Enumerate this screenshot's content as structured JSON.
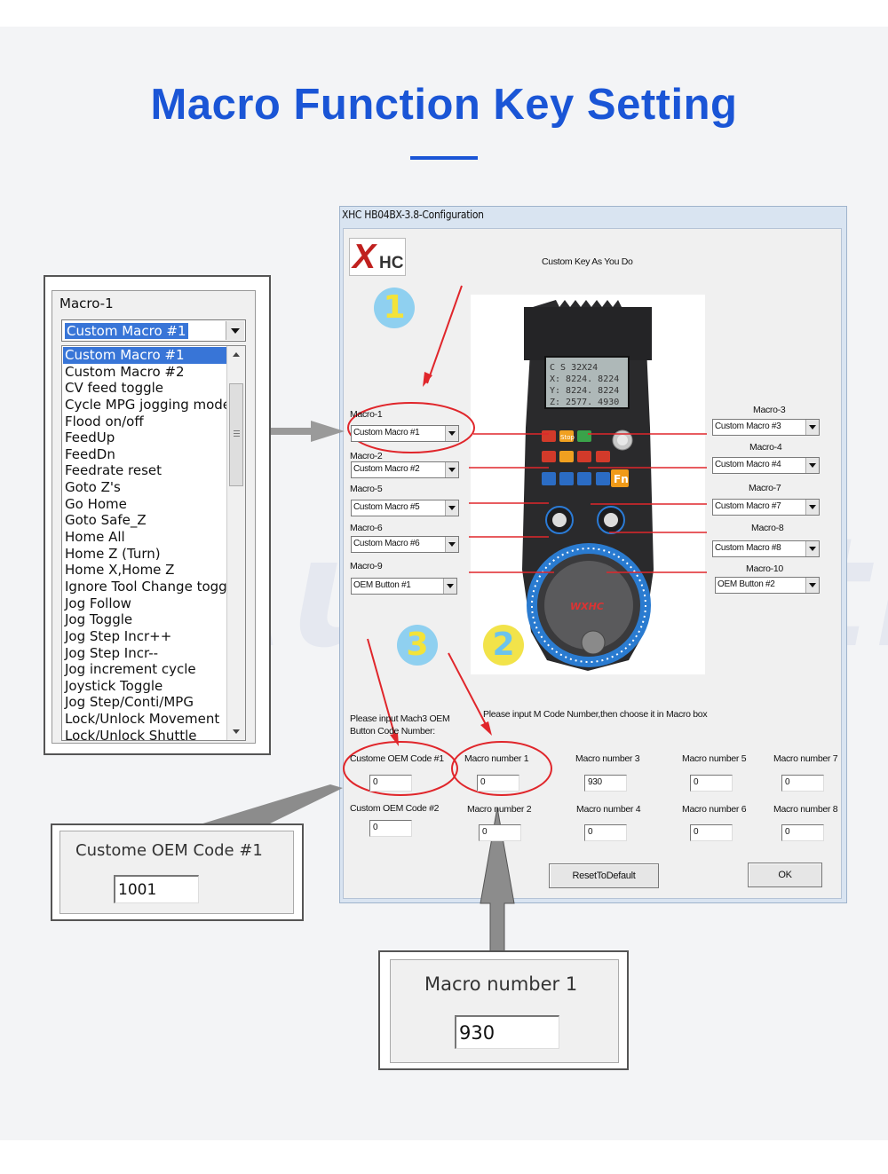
{
  "page_title": "Macro Function Key Setting",
  "watermark": "Aubatsti",
  "macro_list": {
    "label": "Macro-1",
    "selected": "Custom Macro #1",
    "items": [
      "Custom Macro #1",
      "Custom Macro #2",
      "CV feed toggle",
      "Cycle MPG jogging mode",
      "Flood on/off",
      "FeedUp",
      "FeedDn",
      "Feedrate reset",
      "Goto Z's",
      "Go Home",
      "Goto Safe_Z",
      "Home All",
      "Home Z (Turn)",
      "Home X,Home Z",
      "Ignore Tool Change togg",
      "Jog Follow",
      "Jog Toggle",
      "Jog Step Incr++",
      "Jog Step Incr--",
      "Jog increment cycle",
      "Joystick Toggle",
      "Jog Step/Conti/MPG",
      "Lock/Unlock Movement",
      "Lock/Unlock  Shuttle"
    ]
  },
  "window": {
    "title": "XHC HB04BX-3.8-Configuration",
    "logo_x": "X",
    "logo_hc": "HC",
    "subtitle": "Custom Key As You Do",
    "left_macros": [
      {
        "label": "Macro-1",
        "value": "Custom Macro #1"
      },
      {
        "label": "Macro-2",
        "value": "Custom Macro #2"
      },
      {
        "label": "Macro-5",
        "value": "Custom Macro #5"
      },
      {
        "label": "Macro-6",
        "value": "Custom Macro #6"
      },
      {
        "label": "Macro-9",
        "value": "OEM Button #1"
      }
    ],
    "right_macros": [
      {
        "label": "Macro-3",
        "value": "Custom Macro #3"
      },
      {
        "label": "Macro-4",
        "value": "Custom Macro #4"
      },
      {
        "label": "Macro-7",
        "value": "Custom Macro #7"
      },
      {
        "label": "Macro-8",
        "value": "Custom Macro #8"
      },
      {
        "label": "Macro-10",
        "value": "OEM Button #2"
      }
    ],
    "oem_prompt_1": "Please input Mach3 OEM",
    "oem_prompt_2": "Button Code Number:",
    "mcode_prompt": "Please input M Code Number,then choose it in Macro box",
    "oem_fields": [
      {
        "label": "Custome OEM Code #1",
        "value": "0"
      },
      {
        "label": "Custom OEM Code #2",
        "value": "0"
      }
    ],
    "macro_numbers": [
      {
        "label": "Macro number 1",
        "value": "0"
      },
      {
        "label": "Macro number 2",
        "value": "0"
      },
      {
        "label": "Macro number 3",
        "value": "930"
      },
      {
        "label": "Macro number 4",
        "value": "0"
      },
      {
        "label": "Macro number 5",
        "value": "0"
      },
      {
        "label": "Macro number 6",
        "value": "0"
      },
      {
        "label": "Macro number 7",
        "value": "0"
      },
      {
        "label": "Macro number 8",
        "value": "0"
      }
    ],
    "reset_button": "ResetToDefault",
    "ok_button": "OK"
  },
  "pendant": {
    "screen_lines": [
      "C S   32X24",
      "X: 8224. 8224",
      "Y: 8224. 8224",
      "Z: 2577. 4930"
    ],
    "stop_key": "Stop",
    "fn_key": "Fn",
    "brand": "WXHC"
  },
  "badges": {
    "one": "1",
    "two": "2",
    "three": "3"
  },
  "zoom_oem": {
    "label": "Custome OEM Code #1",
    "value": "1001"
  },
  "zoom_macro": {
    "label": "Macro number 1",
    "value": "930"
  },
  "colors": {
    "title_blue": "#1a55d6",
    "arrow_red": "#e0262b",
    "pointer_gray": "#909090",
    "selection_blue": "#3875d7"
  }
}
